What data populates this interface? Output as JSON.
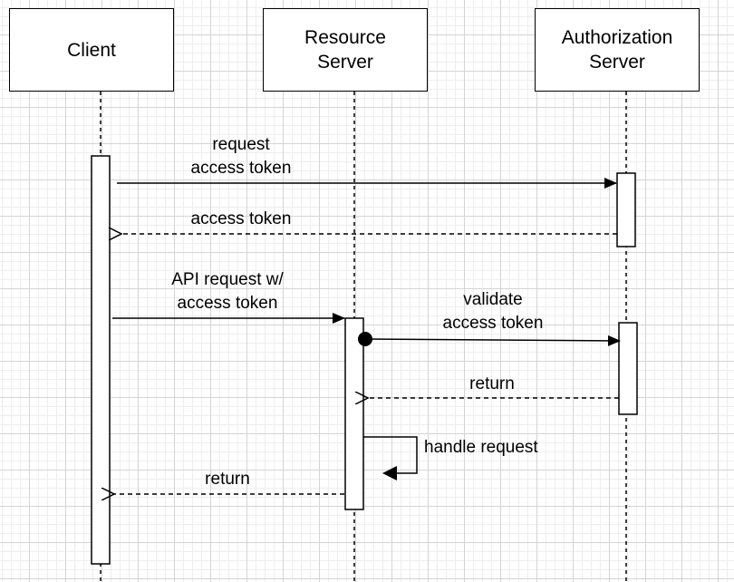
{
  "participants": [
    {
      "id": "client",
      "lines": [
        "Client"
      ]
    },
    {
      "id": "resource",
      "lines": [
        "Resource",
        "Server"
      ]
    },
    {
      "id": "auth",
      "lines": [
        "Authorization",
        "Server"
      ]
    }
  ],
  "messages": {
    "request_token": [
      "request",
      "access token"
    ],
    "access_token": [
      "access token"
    ],
    "api_request": [
      "API request w/",
      "access token"
    ],
    "validate": [
      "validate",
      "access token"
    ],
    "auth_return": [
      "return"
    ],
    "handle": [
      "handle request"
    ],
    "client_return": [
      "return"
    ]
  },
  "colors": {
    "stroke": "#000000",
    "background": "#ffffff",
    "grid": "#d4d4d4"
  }
}
